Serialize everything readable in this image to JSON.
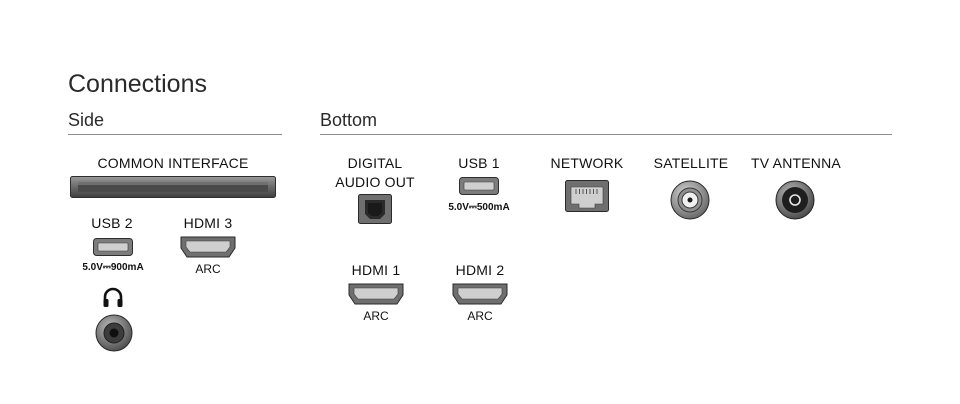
{
  "title": "Connections",
  "side": {
    "heading": "Side",
    "common_interface": "COMMON INTERFACE",
    "usb2": {
      "label": "USB 2",
      "spec": "5.0V⎓900mA"
    },
    "hdmi3": {
      "label": "HDMI 3",
      "sub": "ARC"
    }
  },
  "bottom": {
    "heading": "Bottom",
    "digital_audio": {
      "line1": "DIGITAL",
      "line2": "AUDIO OUT"
    },
    "usb1": {
      "label": "USB 1",
      "spec": "5.0V⎓500mA"
    },
    "network": {
      "label": "NETWORK"
    },
    "satellite": {
      "label": "SATELLITE"
    },
    "tv_antenna": {
      "label": "TV ANTENNA"
    },
    "hdmi1": {
      "label": "HDMI 1",
      "sub": "ARC"
    },
    "hdmi2": {
      "label": "HDMI 2",
      "sub": "ARC"
    }
  },
  "colors": {
    "port_fill": "#6b6b6b",
    "port_dark": "#2e2e2e",
    "rule": "#8c8c8c"
  },
  "icons": [
    "headphones-icon",
    "usb-port-icon",
    "hdmi-port-icon",
    "optical-port-icon",
    "ethernet-port-icon",
    "coax-port-icon"
  ]
}
